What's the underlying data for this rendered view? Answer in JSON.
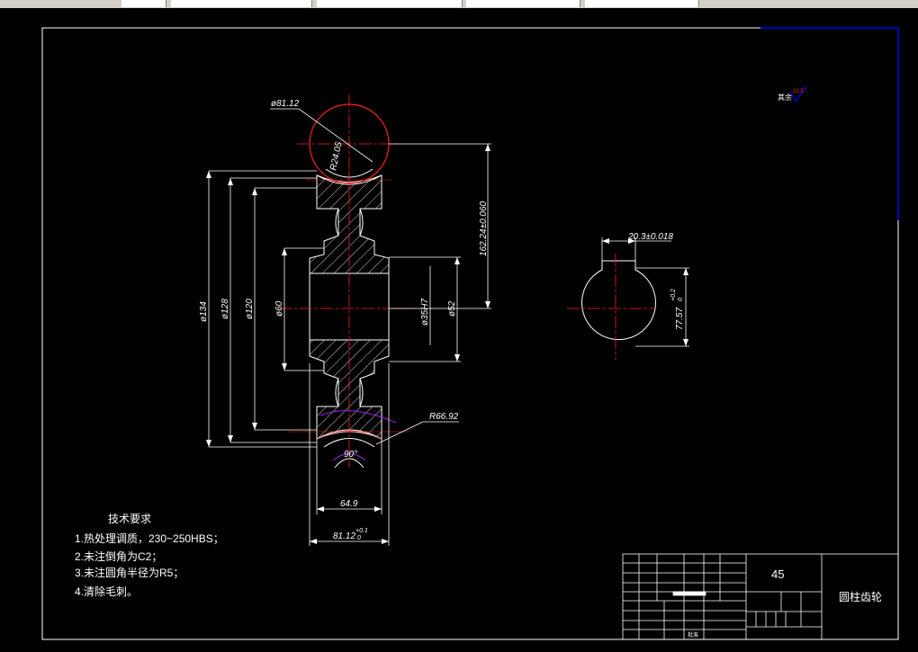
{
  "title_block": {
    "material": "45",
    "part_name": "圆柱齿轮",
    "approve": "批准"
  },
  "tech_requirements": {
    "heading": "技术要求",
    "items": [
      "1.热处理调质，230~250HBS；",
      "2.未注倒角为C2；",
      "3.未注圆角半径为R5；",
      "4.清除毛刺。"
    ]
  },
  "dimensions": {
    "d_top_circle": "ø81.12",
    "r_top": "R24.05",
    "dist_center": "162.24±0.060",
    "d134": "ø134",
    "d128": "ø128",
    "d120": "ø120",
    "d60": "ø60",
    "d35": "ø35H7",
    "d52": "ø52",
    "r66": "R66.92",
    "angle": "90°",
    "w649": "64.9",
    "w8112": "81.12",
    "w8112_tol": "+0.1",
    "w8112_tol2": "0",
    "key_width": "20.3±0.018",
    "key_depth": "77.57",
    "key_depth_tol": "+0.2",
    "key_depth_tol2": "0"
  },
  "roughness": {
    "label": "其余",
    "value": "12.5"
  },
  "colors": {
    "line": "#ffffff",
    "center": "#ff2020",
    "hatch": "#ffffff",
    "accent_blue": "#0000ff",
    "purple": "#a020f0"
  }
}
